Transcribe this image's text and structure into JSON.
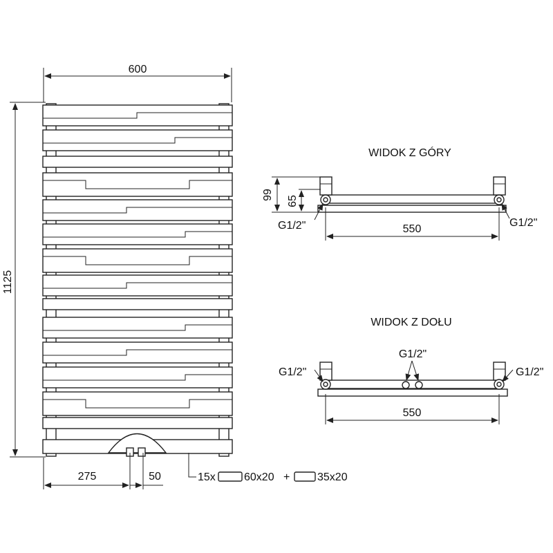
{
  "front_view": {
    "width_dim": "600",
    "height_dim": "1125",
    "offset_dim": "275",
    "spacing_dim": "50",
    "legend": {
      "count": "15x",
      "profile_a": "60x20",
      "plus": "+",
      "profile_b": "35x20"
    }
  },
  "top_view": {
    "title": "WIDOK Z GÓRY",
    "dim_total_depth": "99",
    "dim_connection_depth": "65",
    "dim_width": "550",
    "label_left": "G1/2\"",
    "label_right": "G1/2\""
  },
  "bottom_view": {
    "title": "WIDOK Z DOŁU",
    "dim_width": "550",
    "label_left": "G1/2\"",
    "label_right": "G1/2\"",
    "label_center": "G1/2\""
  }
}
